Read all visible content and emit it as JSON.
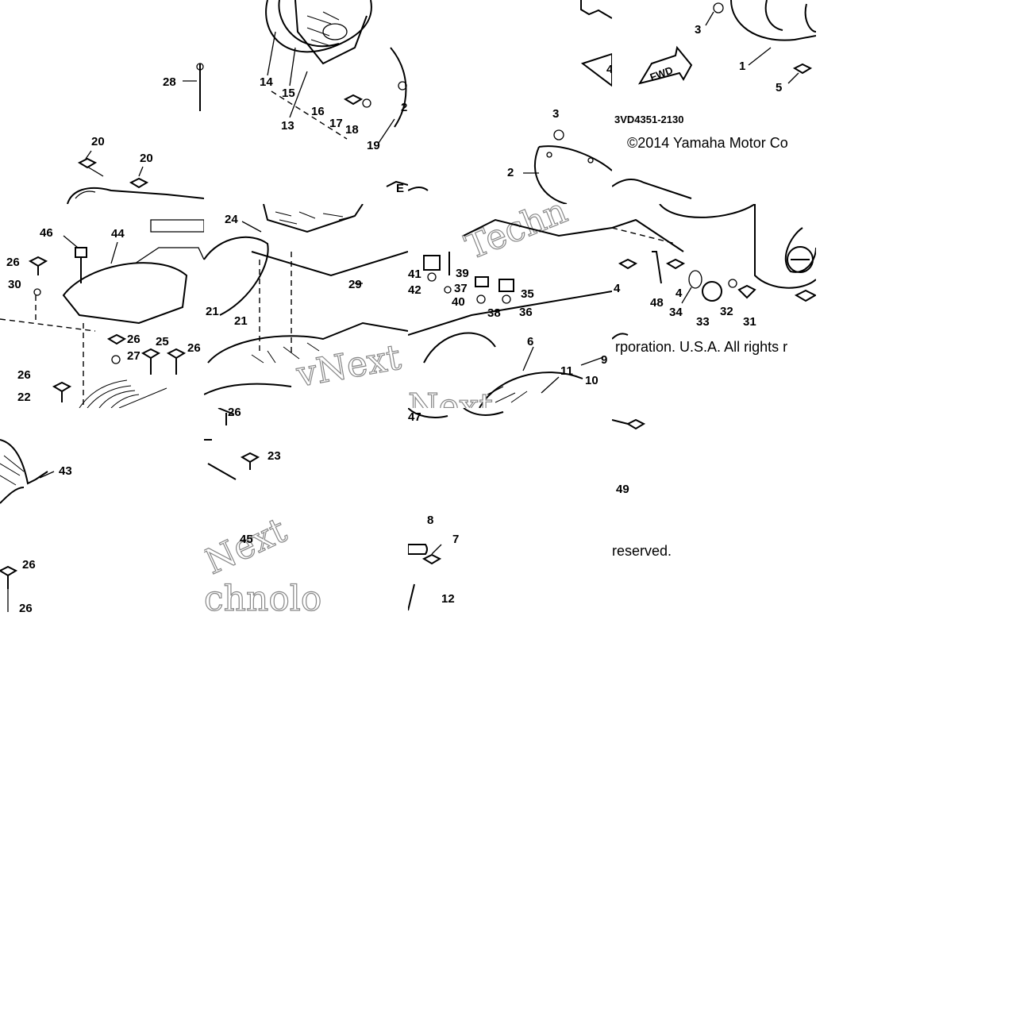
{
  "diagram": {
    "part_code": "3VD4351-2130",
    "copyright_line1": "©2014 Yamaha Motor Co",
    "copyright_line2": "rporation. U.S.A. All rights r",
    "copyright_line3": "reserved.",
    "watermark_text": [
      "Techn",
      "vNext Te",
      "Next",
      "chnolo"
    ],
    "fwd_arrow_label": "FWD",
    "callouts": [
      "1",
      "2",
      "3",
      "4",
      "5",
      "6",
      "7",
      "8",
      "9",
      "10",
      "11",
      "12",
      "13",
      "14",
      "15",
      "16",
      "17",
      "18",
      "19",
      "20",
      "21",
      "22",
      "23",
      "24",
      "25",
      "26",
      "27",
      "28",
      "29",
      "30",
      "31",
      "32",
      "33",
      "34",
      "35",
      "36",
      "37",
      "38",
      "39",
      "40",
      "41",
      "42",
      "43",
      "44",
      "45",
      "46",
      "47",
      "48",
      "49"
    ]
  }
}
